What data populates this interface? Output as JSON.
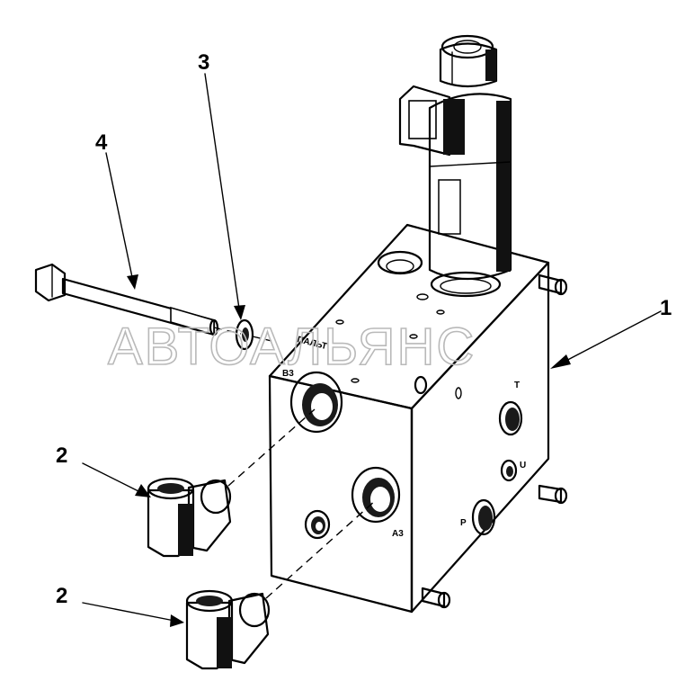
{
  "callouts": {
    "part_1": "1",
    "part_2a": "2",
    "part_2b": "2",
    "part_3": "3",
    "part_4": "4"
  },
  "port_labels": {
    "b": "B3",
    "a": "A3",
    "t": "T",
    "p": "P",
    "u": "U"
  },
  "block_marking": "ПАЛЬТ",
  "watermark": "АВТОАЛЬЯНС"
}
